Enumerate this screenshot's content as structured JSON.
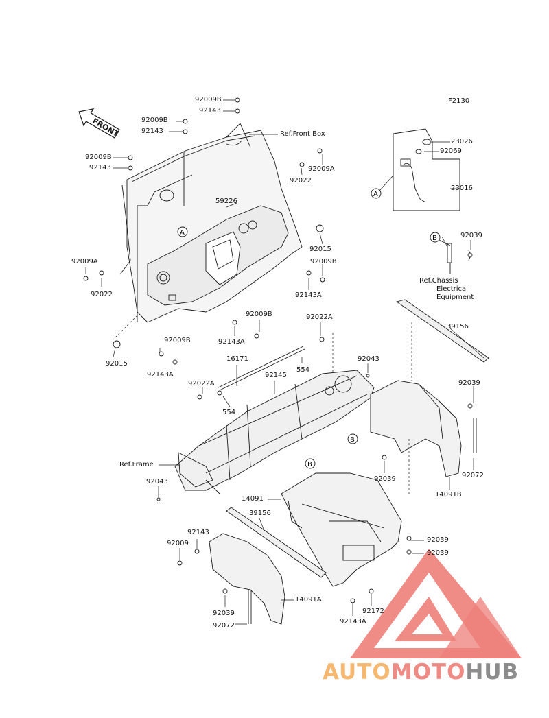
{
  "figure_code": "F2130",
  "front_label": "FRONT",
  "brand": {
    "part1": "AUTO",
    "part2": "MOTO",
    "part3": "HUB"
  },
  "ref_letters": {
    "a": "A",
    "b": "B"
  },
  "labels": {
    "p92009B_top": "92009B",
    "p92143_top": "92143",
    "p92009B_2": "92009B",
    "p92143_2": "92143",
    "ref_front_box": "Ref.Front Box",
    "p92009B_left": "92009B",
    "p92143_left": "92143",
    "p92022_top": "92022",
    "p92009A_top": "92009A",
    "p59226": "59226",
    "p92015_right": "92015",
    "p92009B_right": "92009B",
    "p92143A_right": "92143A",
    "p92009A_left": "92009A",
    "p92022_left": "92022",
    "p92009B_mid": "92009B",
    "p92143A_mid": "92143A",
    "p92009B_low": "92009B",
    "p92143A_low": "92143A",
    "p92015_left": "92015",
    "p92022A_top": "92022A",
    "p16171": "16171",
    "p554_a": "554",
    "p92043_top": "92043",
    "p92145": "92145",
    "p92022A_left": "92022A",
    "p554_b": "554",
    "p23026": "23026",
    "p92069": "92069",
    "p23016": "23016",
    "p92039_b": "92039",
    "ref_chassis_1": "Ref.Chassis",
    "ref_chassis_2": "Electrical",
    "ref_chassis_3": "Equipment",
    "p39156_right": "39156",
    "p92039_r1": "92039",
    "p92072_right": "92072",
    "p14091B": "14091B",
    "ref_frame": "Ref.Frame",
    "p92043_left": "92043",
    "p92039_mid": "92039",
    "p14091": "14091",
    "p39156_left": "39156",
    "p92143_low": "92143",
    "p92009_low": "92009",
    "p92039_r2": "92039",
    "p92039_r3": "92039",
    "p14091A": "14091A",
    "p92172": "92172",
    "p92143A_bottom": "92143A",
    "p92039_bl": "92039",
    "p92072_bl": "92072"
  },
  "colors": {
    "line": "#1a1a1a",
    "logo_red": "#ee7f79",
    "logo_orange": "#f6b870",
    "logo_grey": "#8c8c8c"
  }
}
